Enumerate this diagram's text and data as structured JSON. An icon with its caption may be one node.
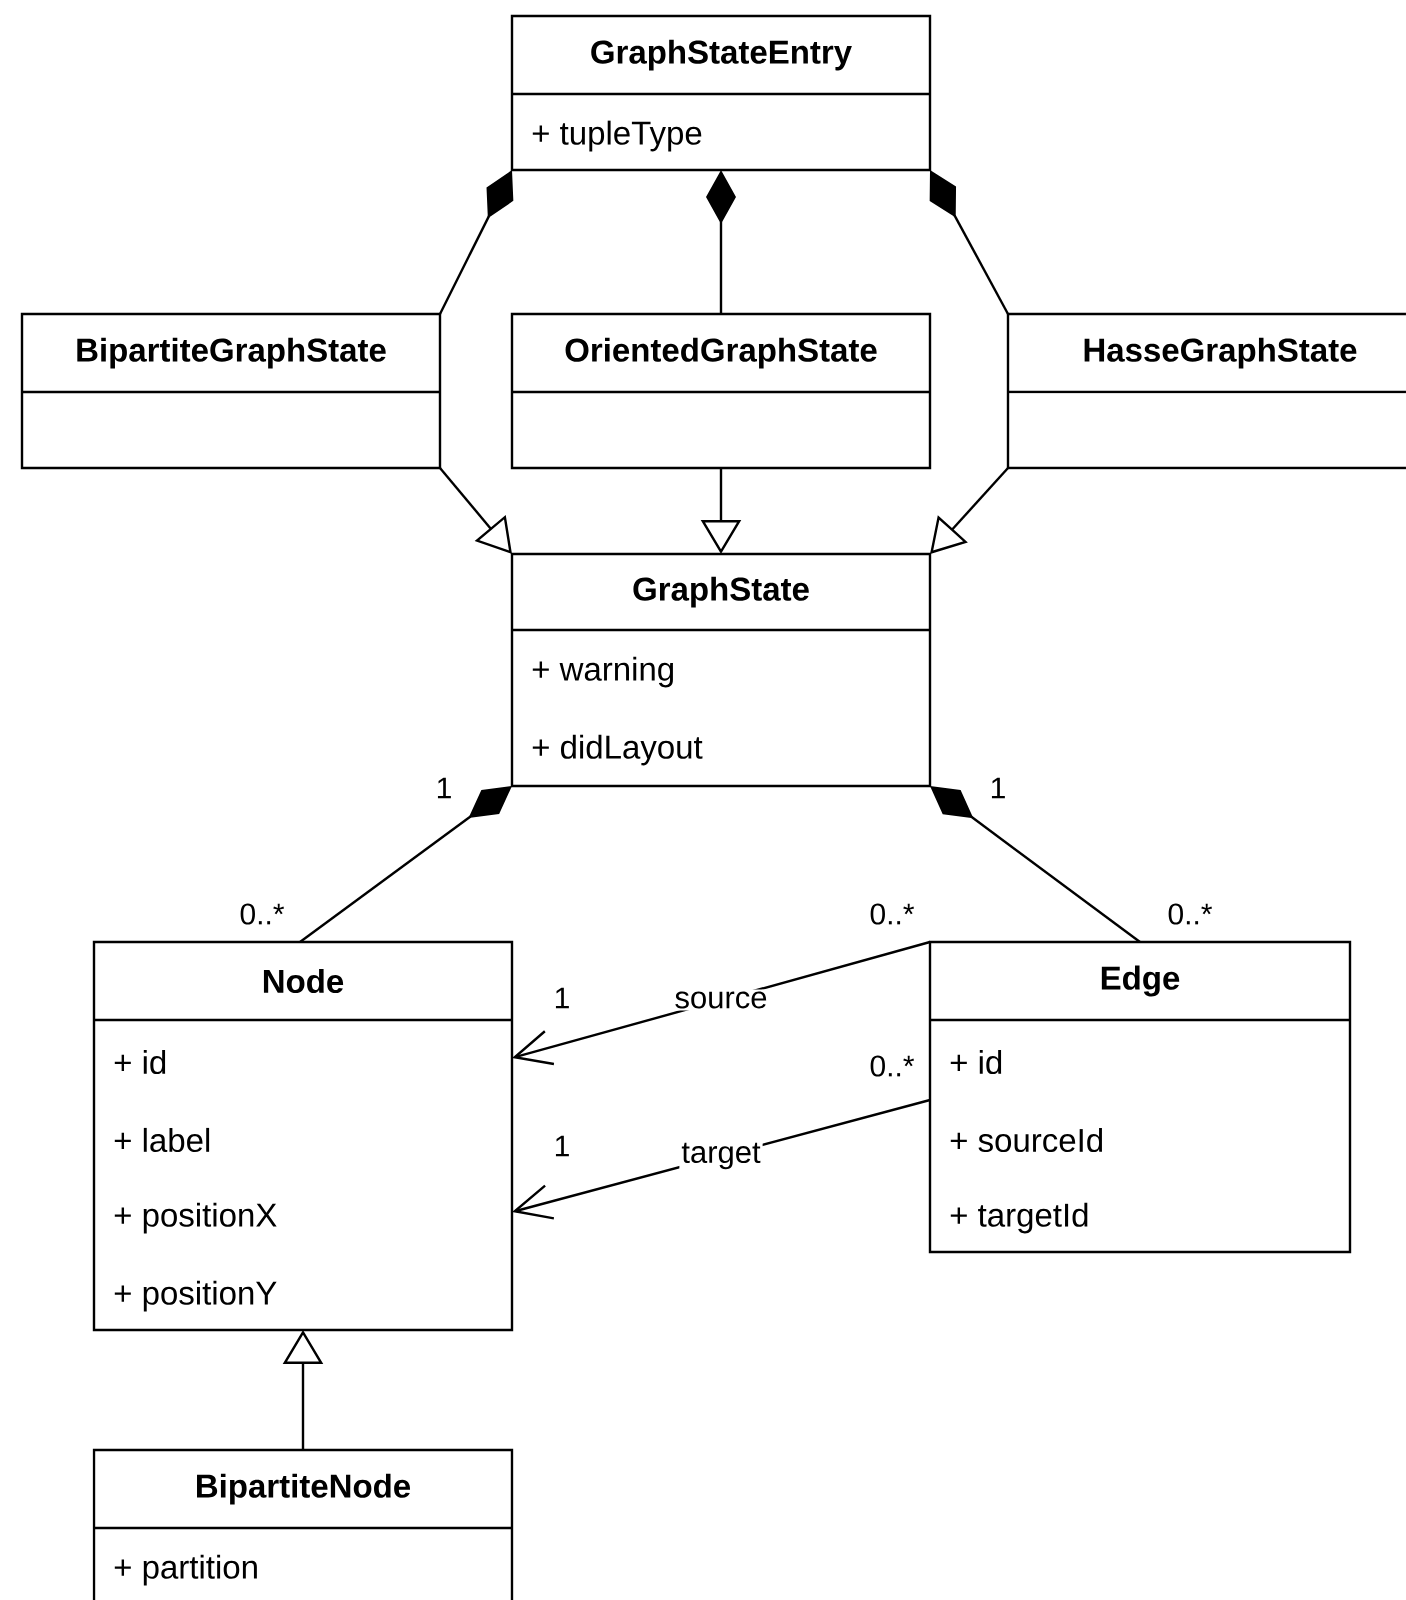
{
  "diagram": {
    "nodes": [
      {
        "text": [
          "GraphStateEntry",
          "+ tupleType"
        ]
      },
      {
        "text": [
          "BipartiteGraphState"
        ]
      },
      {
        "text": [
          "OrientedGraphState"
        ]
      },
      {
        "text": [
          "HasseGraphState"
        ]
      },
      {
        "text": [
          "GraphState",
          "+ warning",
          "+ didLayout"
        ]
      },
      {
        "text": [
          "Node",
          "+ id",
          "+ label",
          "+ positionX",
          "+ positionY"
        ]
      },
      {
        "text": [
          "Edge",
          "+ id",
          "+ sourceId",
          "+ targetId"
        ]
      },
      {
        "text": [
          "BipartiteNode",
          "+ partition"
        ]
      }
    ],
    "edges": [
      {
        "from": 0,
        "to": 1,
        "arrow": "other"
      },
      {
        "from": 0,
        "to": 2,
        "arrow": "other"
      },
      {
        "from": 0,
        "to": 3,
        "arrow": "other"
      },
      {
        "from": 1,
        "to": 4,
        "arrow": "to"
      },
      {
        "from": 2,
        "to": 4,
        "arrow": "to"
      },
      {
        "from": 3,
        "to": 4,
        "arrow": "to"
      },
      {
        "from": 4,
        "to": 5,
        "arrow": "other"
      },
      {
        "from": 4,
        "to": 6,
        "arrow": "other"
      },
      {
        "from": 6,
        "to": 5,
        "arrow": "to",
        "label": "source"
      },
      {
        "from": 6,
        "to": 5,
        "arrow": "to",
        "label": "target"
      },
      {
        "from": 7,
        "to": 5,
        "arrow": "to"
      }
    ],
    "labels": [
      "1",
      "1",
      "0..*",
      "0..*",
      "0..*",
      "1",
      "0..*",
      "1"
    ]
  }
}
